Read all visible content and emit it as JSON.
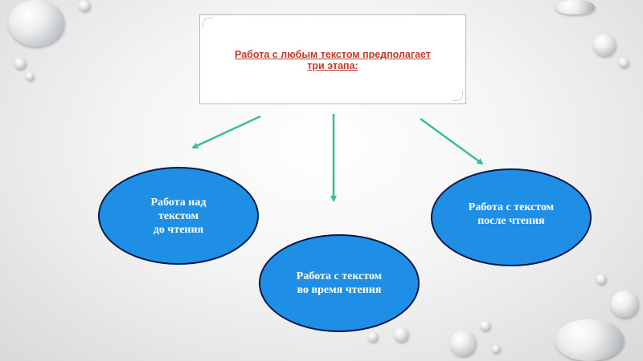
{
  "diagram": {
    "title_lines": [
      "Работа с любым текстом предполагает",
      "три этапа:"
    ],
    "stages": [
      {
        "id": "before",
        "lines": [
          "Работа над",
          "текстом",
          "до чтения"
        ]
      },
      {
        "id": "during",
        "lines": [
          "Работа с текстом",
          "во время чтения"
        ]
      },
      {
        "id": "after",
        "lines": [
          "Работа с текстом",
          "после чтения"
        ]
      }
    ],
    "colors": {
      "title_text": "#c0392b",
      "ellipse_fill": "#1f8fe6",
      "ellipse_border": "#0a1a4a",
      "arrow": "#3bbf8f"
    }
  }
}
